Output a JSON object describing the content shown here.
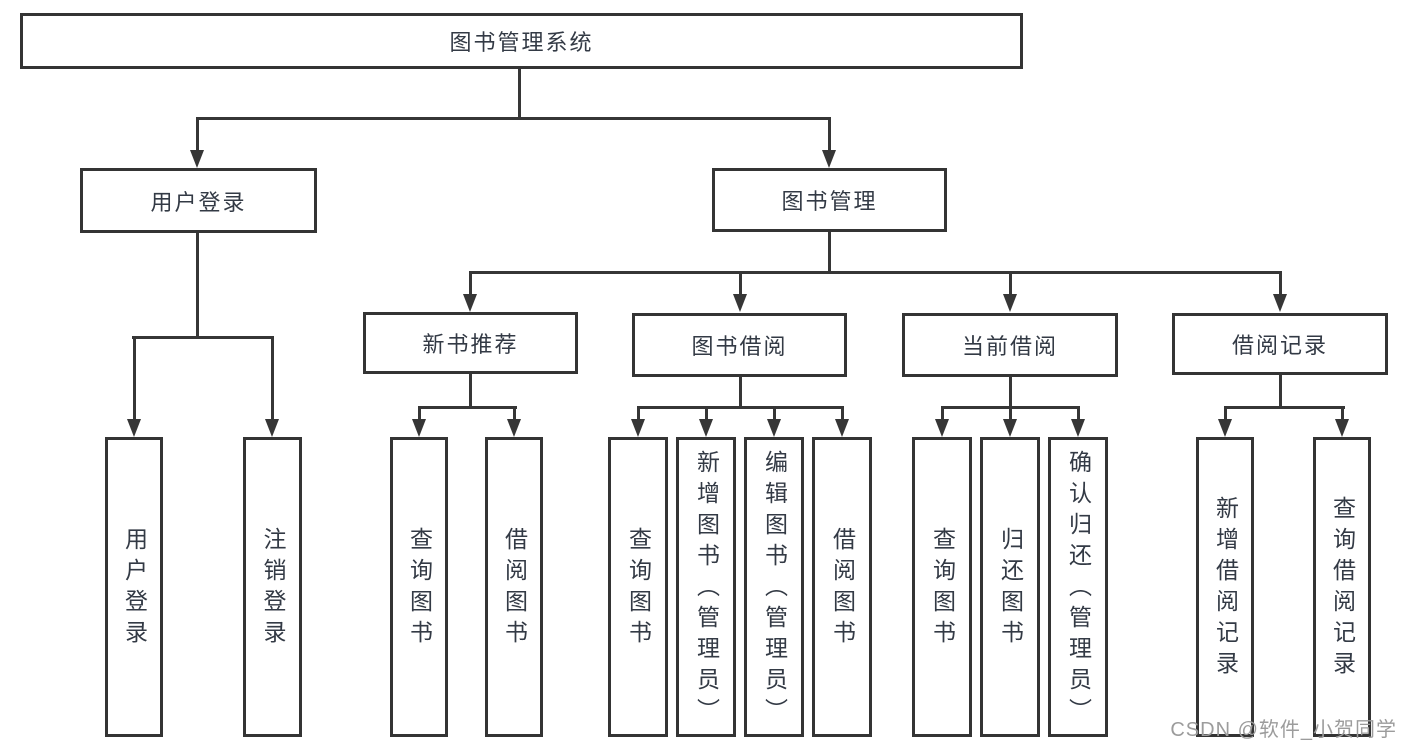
{
  "nodes": {
    "root": {
      "label": "图书管理系统"
    },
    "l1": [
      {
        "label": "用户登录"
      },
      {
        "label": "图书管理"
      }
    ],
    "l2": [
      {
        "label": "新书推荐"
      },
      {
        "label": "图书借阅"
      },
      {
        "label": "当前借阅"
      },
      {
        "label": "借阅记录"
      }
    ],
    "leaves_login": [
      {
        "label": "用户登录"
      },
      {
        "label": "注销登录"
      }
    ],
    "leaves_recommend": [
      {
        "label": "查询图书"
      },
      {
        "label": "借阅图书"
      }
    ],
    "leaves_borrow": [
      {
        "label": "查询图书"
      },
      {
        "label": "新增图书（管理员）"
      },
      {
        "label": "编辑图书（管理员）"
      },
      {
        "label": "借阅图书"
      }
    ],
    "leaves_current": [
      {
        "label": "查询图书"
      },
      {
        "label": "归还图书"
      },
      {
        "label": "确认归还（管理员）"
      }
    ],
    "leaves_records": [
      {
        "label": "新增借阅记录"
      },
      {
        "label": "查询借阅记录"
      }
    ]
  },
  "watermark": {
    "text": "CSDN @软件_小贺同学"
  },
  "colors": {
    "line": "#363636",
    "box_border": "#343434",
    "text": "#333a45",
    "watermark": "#9c9c9c",
    "background": "#ffffff"
  }
}
